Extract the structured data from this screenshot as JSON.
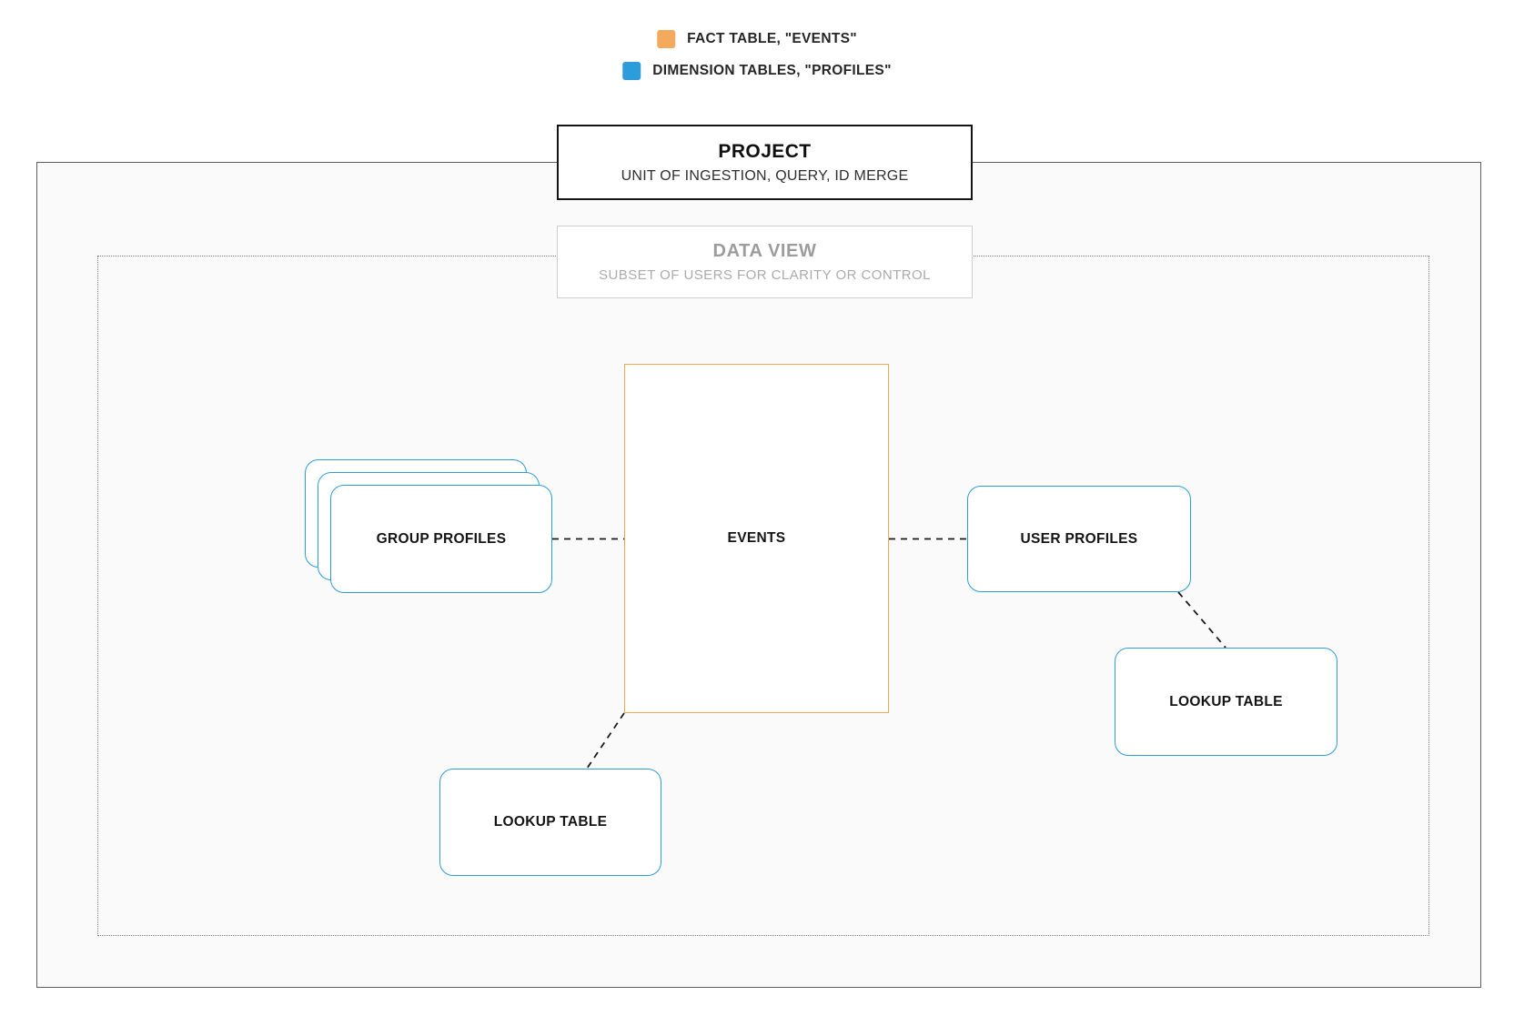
{
  "legend": {
    "items": [
      {
        "name": "fact-table",
        "label": "FACT TABLE, \"EVENTS\"",
        "color": "#f5a95c"
      },
      {
        "name": "dimension-tables",
        "label": "DIMENSION TABLES, \"PROFILES\"",
        "color": "#2d9cdb"
      }
    ]
  },
  "project": {
    "title": "PROJECT",
    "subtitle": "UNIT OF INGESTION, QUERY, ID MERGE"
  },
  "data_view": {
    "title": "DATA VIEW",
    "subtitle": "SUBSET OF USERS FOR CLARITY OR CONTROL"
  },
  "nodes": {
    "events": {
      "label": "EVENTS",
      "type": "fact",
      "border_color": "#f2a64f"
    },
    "group_profiles": {
      "label": "GROUP PROFILES",
      "type": "dimension",
      "border_color": "#2d9cdb",
      "stacked": true
    },
    "user_profiles": {
      "label": "USER PROFILES",
      "type": "dimension",
      "border_color": "#2d9cdb"
    },
    "lookup_table_right": {
      "label": "LOOKUP TABLE",
      "type": "dimension",
      "border_color": "#2d9cdb"
    },
    "lookup_table_bottom": {
      "label": "LOOKUP TABLE",
      "type": "dimension",
      "border_color": "#2d9cdb"
    }
  },
  "connections": [
    {
      "from": "group_profiles",
      "to": "events",
      "style": "dashed"
    },
    {
      "from": "events",
      "to": "user_profiles",
      "style": "dashed"
    },
    {
      "from": "user_profiles",
      "to": "lookup_table_right",
      "style": "dashed"
    },
    {
      "from": "events",
      "to": "lookup_table_bottom",
      "style": "dashed"
    }
  ]
}
